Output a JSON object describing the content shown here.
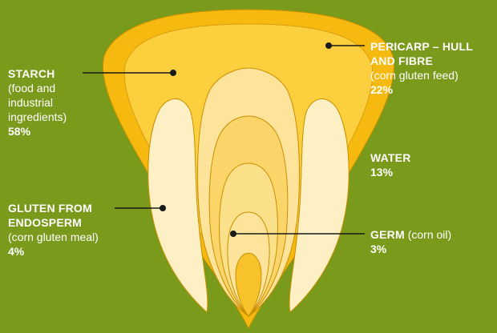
{
  "colors": {
    "background": "#7a9a1c",
    "hull_outer": "#f5b90f",
    "hull_inner": "#fccf3e",
    "endosperm_light": "#fdf0c4",
    "germ_layer_1": "#fde49a",
    "germ_layer_2": "#fcd56a",
    "germ_layer_3": "#fbe08a",
    "germ_core": "#f7c22a",
    "line": "#1a1a1a"
  },
  "labels": {
    "starch": {
      "title": "STARCH",
      "desc_1": "(food and",
      "desc_2": "industrial",
      "desc_3": "ingredients)",
      "percent": "58%"
    },
    "gluten": {
      "title_1": "GLUTEN FROM",
      "title_2": "ENDOSPERM",
      "desc": "(corn gluten meal)",
      "percent": "4%"
    },
    "pericarp": {
      "title_1": "PERICARP – HULL",
      "title_2": "AND FIBRE",
      "desc": "(corn gluten feed)",
      "percent": "22%"
    },
    "water": {
      "title": "WATER",
      "percent": "13%"
    },
    "germ": {
      "title": "GERM",
      "desc": "(corn oil)",
      "percent": "3%"
    }
  }
}
